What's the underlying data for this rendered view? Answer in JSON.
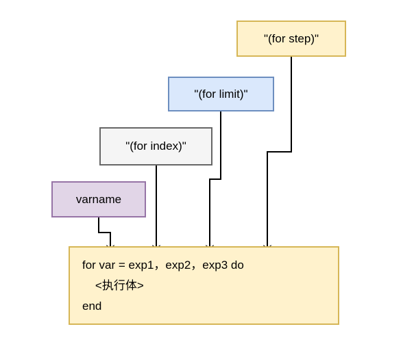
{
  "diagram": {
    "background": "#ffffff",
    "connector_color": "#000000",
    "nodes": [
      {
        "id": "varname",
        "label": "varname",
        "fill": "#E1D5E7",
        "stroke": "#9673A6"
      },
      {
        "id": "for-index",
        "label": "\"(for index)\"",
        "fill": "#F5F5F5",
        "stroke": "#666666"
      },
      {
        "id": "for-limit",
        "label": "\"(for limit)\"",
        "fill": "#DAE8FC",
        "stroke": "#6C8EBF"
      },
      {
        "id": "for-step",
        "label": "\"(for step)\"",
        "fill": "#FFF2CC",
        "stroke": "#D6B656"
      }
    ],
    "code_box": {
      "fill": "#FFF2CC",
      "stroke": "#D6B656",
      "lines": [
        "for var = exp1，exp2，exp3 do",
        "    <执行体>",
        "end"
      ]
    },
    "connections": [
      {
        "from": "varname",
        "points_to": "var"
      },
      {
        "from": "for-index",
        "points_to": "exp1"
      },
      {
        "from": "for-limit",
        "points_to": "exp2"
      },
      {
        "from": "for-step",
        "points_to": "exp3"
      }
    ]
  }
}
